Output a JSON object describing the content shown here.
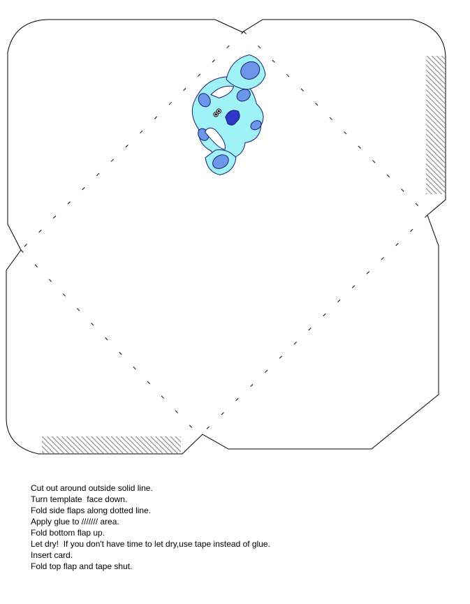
{
  "template": {
    "outline_color": "#000000",
    "glue_area_color": "#8c8c8c",
    "character": {
      "body_color": "#9ff3f7",
      "spot_color": "#6b96ea",
      "nose_color": "#2f37c8",
      "outline_color": "#1a1a6e"
    }
  },
  "instructions": [
    "Cut out around outside solid line.",
    "Turn template  face down.",
    "Fold side flaps along dotted line.",
    "Apply glue to /////// area.",
    "Fold bottom flap up.",
    "Let dry!  If you don't have time to let dry,use tape instead of glue.",
    "Insert card.",
    "Fold top flap and tape shut."
  ]
}
